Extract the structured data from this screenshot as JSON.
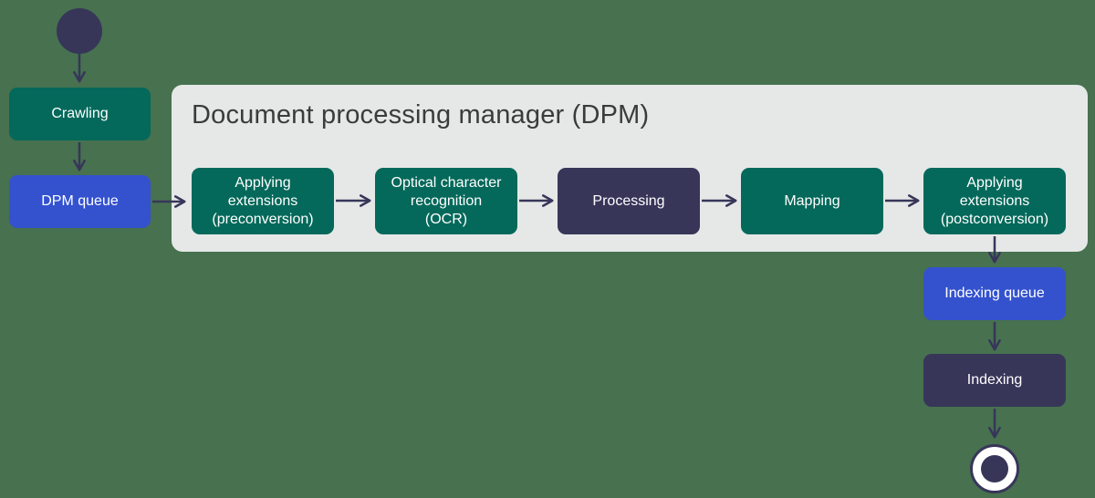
{
  "diagram": {
    "title": "Document processing manager (DPM)",
    "nodes": {
      "crawling": "Crawling",
      "dpm_queue": "DPM queue",
      "applying_extensions_pre": "Applying\nextensions\n(preconversion)",
      "ocr": "Optical character\nrecognition\n(OCR)",
      "processing": "Processing",
      "mapping": "Mapping",
      "applying_extensions_post": "Applying\nextensions\n(postconversion)",
      "indexing_queue": "Indexing queue",
      "indexing": "Indexing"
    },
    "colors": {
      "background": "#47714F",
      "stage_green": "#04695A",
      "queue_blue": "#3452CE",
      "process_navy": "#373659",
      "container_gray": "#E5E8E7",
      "title_text": "#3B3B3B",
      "node_text": "#FFFFFF",
      "arrow": "#373659"
    }
  }
}
